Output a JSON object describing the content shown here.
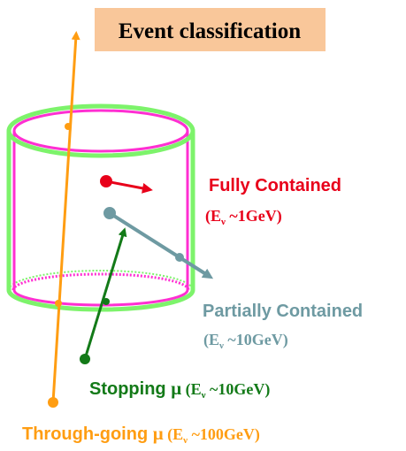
{
  "title": "Event classification",
  "colors": {
    "title_bg": "#f9c79a",
    "cylinder_outer": "#7df36b",
    "cylinder_inner": "#ff2fd2",
    "fully_contained": "#e8001a",
    "partially_contained": "#6e9aa2",
    "stopping": "#137a18",
    "through_going": "#ff9d12"
  },
  "labels": {
    "fully": {
      "name": "Fully Contained",
      "energy_prefix": "(E",
      "energy_sub": "ν",
      "energy_suffix": " ~1GeV)"
    },
    "partial": {
      "name": "Partially Contained",
      "energy_prefix": "(E",
      "energy_sub": "ν",
      "energy_suffix": " ~10GeV)"
    },
    "stopping": {
      "name": "Stopping ",
      "mu": "μ",
      "energy_prefix": " (E",
      "energy_sub": "ν",
      "energy_suffix": " ~10GeV)"
    },
    "through": {
      "name": "Through-going ",
      "mu": "μ",
      "energy_prefix": " (E",
      "energy_sub": "ν",
      "energy_suffix": " ~100GeV)"
    }
  }
}
